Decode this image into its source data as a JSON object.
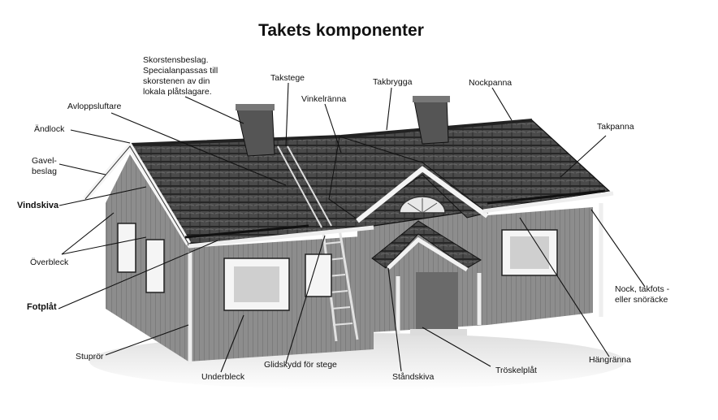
{
  "title": "Takets komponenter",
  "labels": {
    "skorstensbeslag": "Skorstensbeslag.\nSpecialanpassas till\nskorstenen av din\nlokala plåtslagare.",
    "takstege": "Takstege",
    "takbrygga": "Takbrygga",
    "nockpanna": "Nockpanna",
    "vinkelranna": "Vinkelränna",
    "avloppsluftare": "Avloppsluftare",
    "andlock": "Ändlock",
    "gavelbeslag": "Gavel-\nbeslag",
    "takpanna": "Takpanna",
    "vindskiva": "Vindskiva",
    "overbleck": "Överbleck",
    "fotplat": "Fotplåt",
    "nock_takfots": "Nock, takfots -\neller snöräcke",
    "stuprор": "Stuprör",
    "hangranna": "Hängränna",
    "underbleck": "Underbleck",
    "glidskydd": "Glidskydd för stege",
    "standskiva": "Ståndskiva",
    "troskelplat": "Tröskelplåt"
  },
  "colors": {
    "roof": "#3a3a3a",
    "wall": "#8a8a8a",
    "trim": "#f2f2f2",
    "line": "#111111"
  }
}
